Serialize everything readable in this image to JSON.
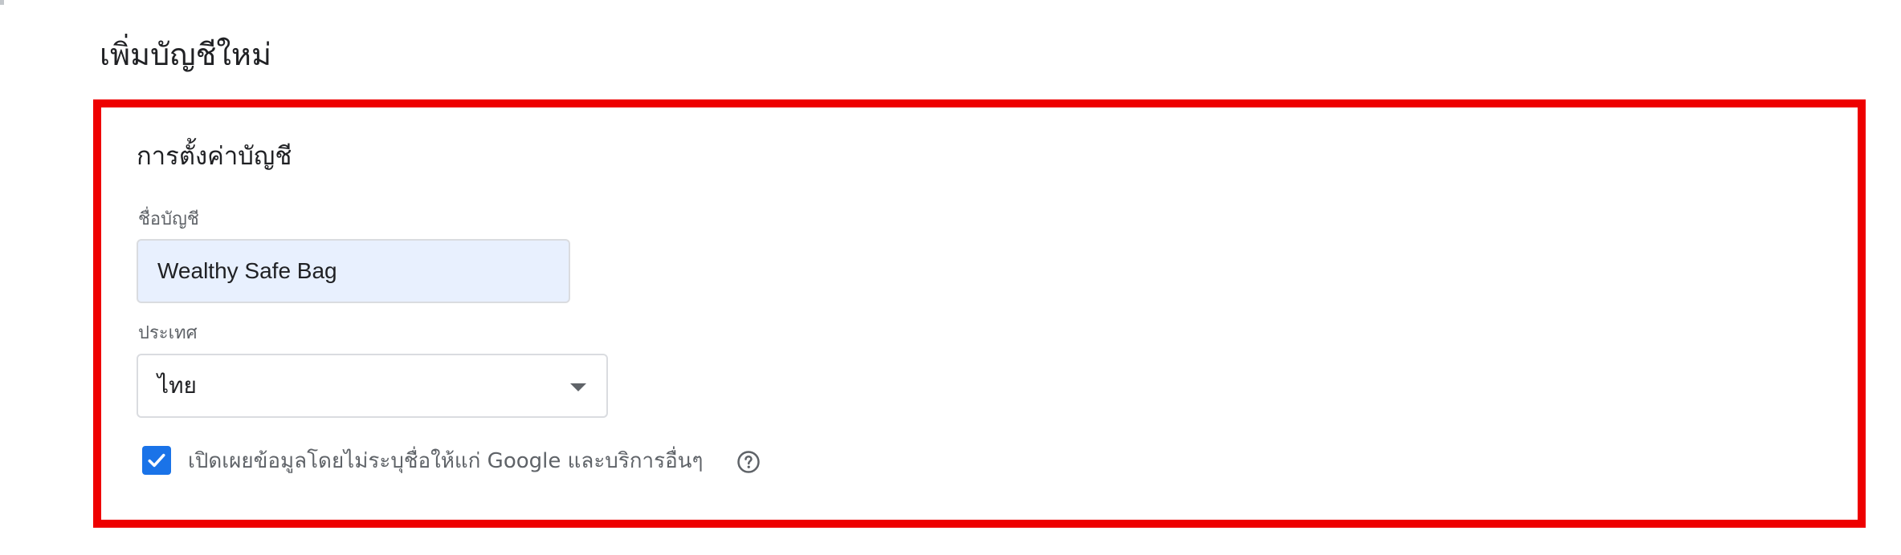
{
  "page": {
    "title": "เพิ่มบัญชีใหม่"
  },
  "account_settings": {
    "section_title": "การตั้งค่าบัญชี",
    "account_name": {
      "label": "ชื่อบัญชี",
      "value": "Wealthy Safe Bag"
    },
    "country": {
      "label": "ประเทศ",
      "selected": "ไทย"
    },
    "share_data": {
      "checked": true,
      "label": "เปิดเผยข้อมูลโดยไม่ระบุชื่อให้แก่ Google และบริการอื่นๆ"
    }
  },
  "icons": {
    "dropdown": "chevron-down-icon",
    "checkbox": "check-icon",
    "help": "help-circle-icon"
  },
  "colors": {
    "highlight": "#ee0000",
    "accent": "#1a73e8",
    "input_autofill_bg": "#e8f0fe",
    "label_text": "#5f6368",
    "primary_text": "#202124"
  }
}
